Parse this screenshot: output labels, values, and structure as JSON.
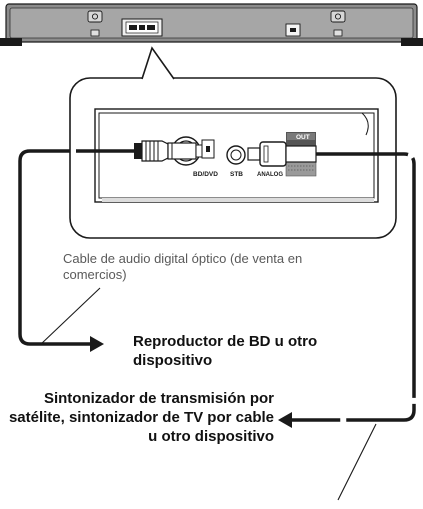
{
  "soundbar": {
    "port_label_optical": "BD/DVD",
    "port_label_coax": "STB",
    "port_label_analog": "ANALOG",
    "port_label_out": "OUT"
  },
  "cable_caption": "Cable de audio digital óptico (de venta en comercios)",
  "destination_bd": "Reproductor de BD u otro dispositivo",
  "source_stb": "Sintonizador de transmisión por satélite, sintonizador de TV por cable u otro dispositivo",
  "colors": {
    "line": "#1a1a1a",
    "panel": "#ffffff",
    "shadow": "#555555"
  }
}
